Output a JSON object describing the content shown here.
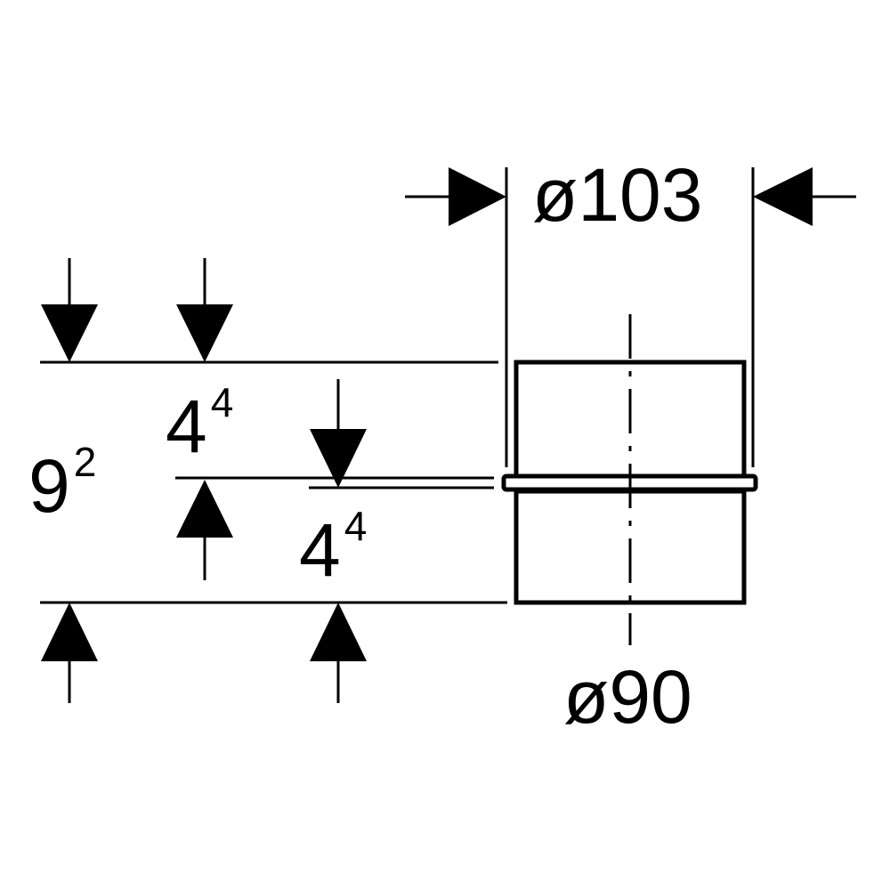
{
  "drawing": {
    "outer_diameter": {
      "symbol": "ø",
      "value": "103"
    },
    "inner_diameter": {
      "symbol": "ø",
      "value": "90"
    },
    "total_height": {
      "base": "9",
      "exponent": "2"
    },
    "upper_section_height": {
      "base": "4",
      "exponent": "4"
    },
    "lower_section_height": {
      "base": "4",
      "exponent": "4"
    }
  },
  "colors": {
    "line": "#000000",
    "background": "#ffffff"
  }
}
